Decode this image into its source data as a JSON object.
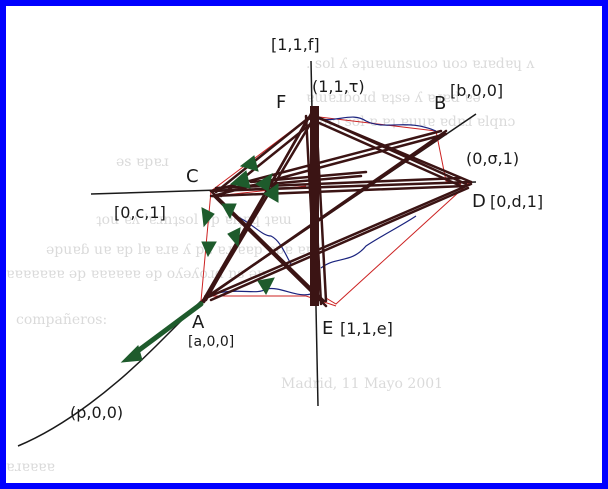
{
  "diagram": {
    "points": {
      "F": {
        "name": "F",
        "coord": "[1,1,f]",
        "alt_coord": "(1,1,τ)"
      },
      "B": {
        "name": "B",
        "coord": "[b,0,0]"
      },
      "C": {
        "name": "C",
        "coord": "[0,c,1]"
      },
      "D": {
        "name": "D",
        "coord": "[0,d,1]",
        "alt_coord": "(0,σ,1)"
      },
      "A": {
        "name": "A",
        "coord": "[a,0,0]"
      },
      "E": {
        "name": "E",
        "coord": "[1,1,e]"
      },
      "P": {
        "coord": "(p,0,0)"
      }
    },
    "colors": {
      "background_frame": "#0000ff",
      "ink": "#1a1a1a",
      "thick_strokes": "#3b1414",
      "red_lines": "#cc2222",
      "blue_lines": "#1a237e",
      "green_arrows": "#1e5b2c"
    }
  },
  "bleed_through_text": {
    "line1": ". sol ʎ əʇuɐɯnsuoɔ uoɔ ɐɹɐdɐɥ ʌ",
    "line2": "ɐɯɐɹɓoɹd ɐʇsə ʎ ɐɹɐd ɐǝ",
    "line3": "ǝunɔ sol ɐ ɐʇ ɐuuɐ ɐdɐɹ ɐlqnɔ",
    "line4": "ǝs ɐpɐɹ",
    "line5": "ʇou ɐʎ 'ɐɹnʇsol ǝp ɐlʇɐɥ ʇɐɯ",
    "line6": "ǝpuɐɓ uɐ ɐp lɐ ɐɹɐ ʎ pɐ ɐɹ ɐɐp ɐpɐ ɐɐ",
    "line7": "ɐɐɐɐɐɐɐ ǝp ɐɐɐɐɐɐ ǝp oʎǝʎoɹd ns ǝp",
    "line8": "compañeros:",
    "line9": "Madrid, 11 Mayo 2001",
    "line10": "ɐɹɐɐɐɐ"
  }
}
